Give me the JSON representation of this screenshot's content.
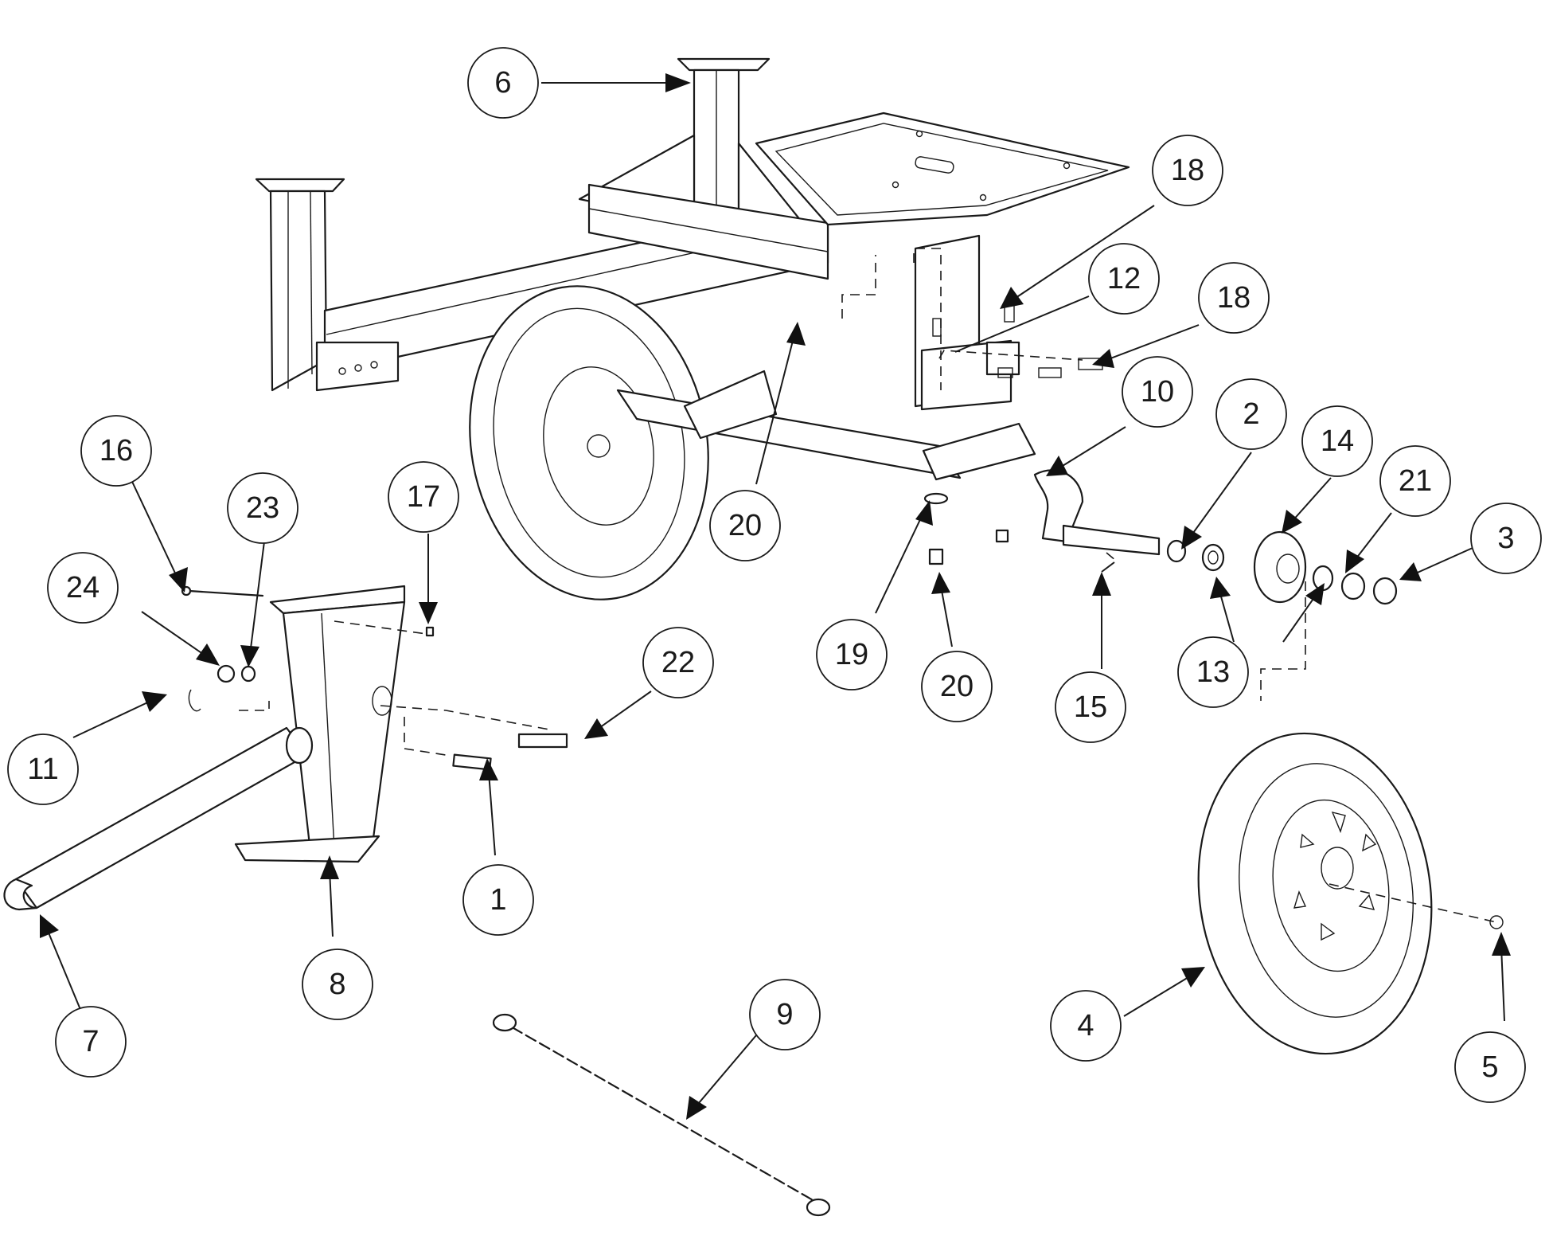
{
  "callouts": [
    "1",
    "2",
    "3",
    "4",
    "5",
    "6",
    "7",
    "8",
    "9",
    "10",
    "11",
    "12",
    "13",
    "14",
    "15",
    "16",
    "17",
    "18",
    "19",
    "20",
    "21",
    "22",
    "23",
    "24"
  ],
  "colors": {
    "line": "#1a1a1a",
    "background": "#ffffff"
  }
}
